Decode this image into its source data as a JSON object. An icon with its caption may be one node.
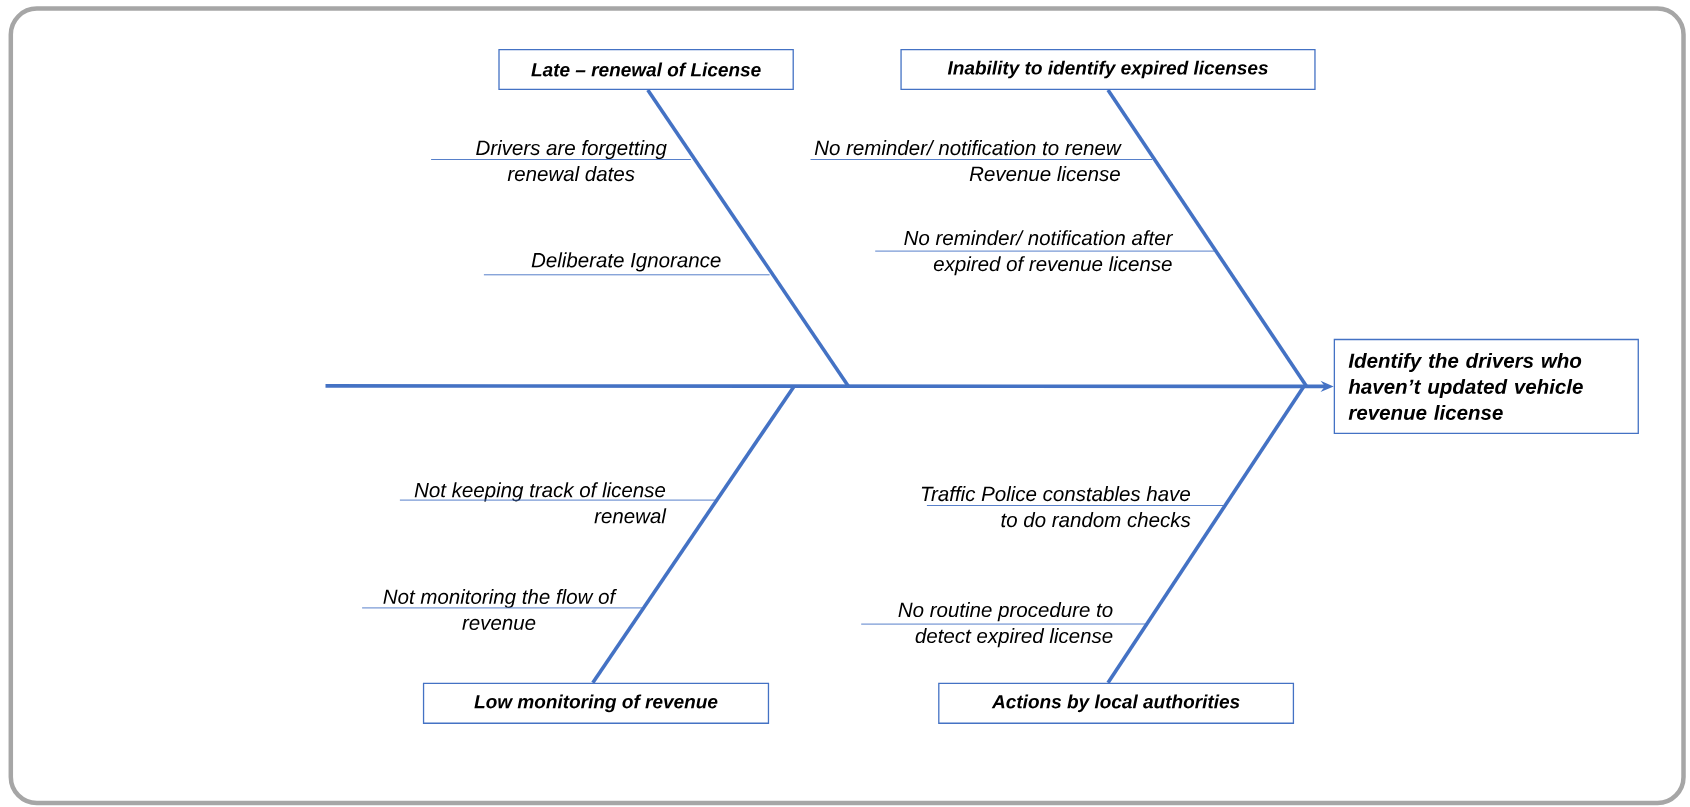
{
  "diagram": {
    "nodes": [
      {
        "text": [
          "Late – renewal of License"
        ]
      },
      {
        "text": [
          "Drivers are forgetting renewal dates"
        ]
      },
      {
        "text": [
          "Deliberate Ignorance"
        ]
      },
      {
        "text": [
          "Inability to identify expired licenses"
        ]
      },
      {
        "text": [
          "No reminder/ notification to renew Revenue license"
        ]
      },
      {
        "text": [
          "No reminder/ notification after expired of revenue license"
        ]
      },
      {
        "text": [
          "Identify the drivers who haven’t updated vehicle revenue license"
        ]
      },
      {
        "text": [
          "Low monitoring of revenue"
        ]
      },
      {
        "text": [
          "Not keeping track of license renewal"
        ]
      },
      {
        "text": [
          "Not monitoring the flow of revenue"
        ]
      },
      {
        "text": [
          "Actions by local authorities"
        ]
      },
      {
        "text": [
          "Traffic Police constables have to do random checks"
        ]
      },
      {
        "text": [
          "No routine procedure to detect expired license"
        ]
      }
    ],
    "edges": [
      {
        "from": null,
        "to": 6,
        "arrow": "to",
        "style": "thick"
      },
      {
        "from": 0,
        "to": null,
        "arrow": "none",
        "style": "thick"
      },
      {
        "from": 3,
        "to": null,
        "arrow": "none",
        "style": "thick"
      },
      {
        "from": 7,
        "to": null,
        "arrow": "none",
        "style": "thick"
      },
      {
        "from": 10,
        "to": null,
        "arrow": "none",
        "style": "thick"
      },
      {
        "from": 1,
        "to": null,
        "arrow": "none"
      },
      {
        "from": 2,
        "to": null,
        "arrow": "none"
      },
      {
        "from": 4,
        "to": null,
        "arrow": "none"
      },
      {
        "from": 5,
        "to": null,
        "arrow": "none"
      },
      {
        "from": 8,
        "to": null,
        "arrow": "none"
      },
      {
        "from": 9,
        "to": null,
        "arrow": "none"
      },
      {
        "from": 11,
        "to": null,
        "arrow": "none"
      },
      {
        "from": 12,
        "to": null,
        "arrow": "none"
      }
    ]
  }
}
